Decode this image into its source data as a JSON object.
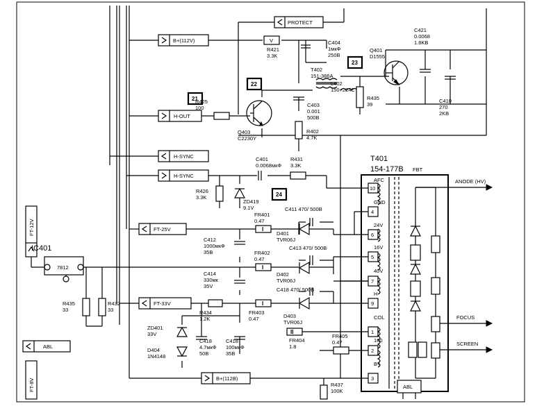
{
  "connectors": {
    "protect": "PROTECT",
    "b_plus_112v": "B+(112V)",
    "h_out": "H-OUT",
    "h_sync_1": "H-SYNC",
    "h_sync_2": "H-SYNC",
    "ft_25v": "FT-25V",
    "ft_33v": "FT-33V",
    "ft_12v": "FT-12V",
    "abl": "ABL",
    "ft_8v": "FT-8V",
    "b_plus_112b": "B+(112B)"
  },
  "test_points": [
    "21",
    "22",
    "23",
    "24"
  ],
  "ic401": {
    "name": "IC401",
    "part": "7812"
  },
  "transformer": {
    "name": "T401",
    "part": "154-177B",
    "suffix": "FBT"
  },
  "fbt_windings": {
    "afc": "AFC",
    "gnd": "GND",
    "v24": "24V",
    "v16": "16V",
    "v40": "40V",
    "h": "H",
    "col": "COL",
    "n160": "160",
    "bplus": "B+",
    "abl": "ABL"
  },
  "fbt_pins": [
    "10",
    "4",
    "6",
    "5",
    "7",
    "9",
    "1",
    "2",
    "3"
  ],
  "outputs": {
    "anode": "ANODE (HV)",
    "focus": "FOCUS",
    "screen": "SCREEN"
  },
  "components": {
    "v": "V",
    "r421": [
      "R421",
      "3.3K"
    ],
    "c404": [
      "C404",
      "1мкФ",
      "250В"
    ],
    "t402": [
      "T402",
      "151-386A"
    ],
    "l402": [
      "L402",
      "150+224C"
    ],
    "q401": [
      "Q401",
      "D1555"
    ],
    "c421": [
      "C421",
      "0.0068",
      "1.8KB"
    ],
    "c410": [
      "C410",
      "270",
      "2KB"
    ],
    "r435_top": [
      "R435",
      "39"
    ],
    "r425": [
      "R425",
      "100"
    ],
    "q403": [
      "Q403",
      "C2230Y"
    ],
    "c403": [
      "C403",
      "0.001",
      "500В"
    ],
    "r402": [
      "R402",
      "4.7K"
    ],
    "c401": [
      "C401",
      "0.0068мкФ"
    ],
    "r431": [
      "R431",
      "3.3K"
    ],
    "r426": [
      "R426",
      "3.3K"
    ],
    "zd419": [
      "ZD419",
      "9.1V"
    ],
    "fr401": [
      "FR401",
      "0.47"
    ],
    "c411": [
      "C411 470/ 500В"
    ],
    "d401": [
      "D401",
      "TVR06J"
    ],
    "c412": [
      "C412",
      "1000мкФ",
      "35В"
    ],
    "c413": [
      "C413  470/ 500В"
    ],
    "fr402": [
      "FR402",
      "0.47"
    ],
    "c414": [
      "C414",
      "330мк",
      "35V"
    ],
    "d402": [
      "D402",
      "TVR06J"
    ],
    "c418b": [
      "C418 470/ 500В"
    ],
    "r435_left": [
      "R435",
      "33"
    ],
    "r432": [
      "R432",
      "33"
    ],
    "r434": [
      "R434",
      "1.2K"
    ],
    "fr403": [
      "FR403",
      "0.47"
    ],
    "d403": [
      "D403",
      "TVR06J"
    ],
    "zd401": [
      "ZD401",
      "33V"
    ],
    "d404": [
      "D404",
      "1N4148"
    ],
    "c418a": [
      "C418",
      "4.7мкФ",
      "50В"
    ],
    "c418c": [
      "C418",
      "100мкФ",
      "35В"
    ],
    "fr404": [
      "FR404",
      "1.8"
    ],
    "fr404_pin": "II",
    "fr405": [
      "FR405",
      "0.47"
    ],
    "r437": [
      "R437",
      "100K"
    ]
  }
}
